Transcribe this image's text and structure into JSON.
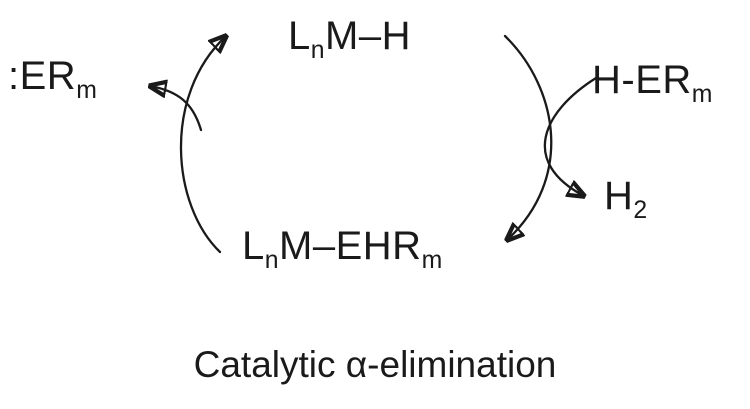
{
  "colors": {
    "ink": "#1a1a1a",
    "background": "#ffffff"
  },
  "cycle": {
    "metal_hydride": {
      "p1": "L",
      "s1": "n",
      "p2": "M–H"
    },
    "carbene": {
      "p1": ":ER",
      "s1": "m"
    },
    "substrate": {
      "p1": "H-ER",
      "s1": "m"
    },
    "dihydrogen": {
      "p1": "H",
      "s1": "2"
    },
    "intermediate": {
      "p1": "L",
      "s1": "n",
      "p2": "M–EHR",
      "s2": "m"
    }
  },
  "caption": "Catalytic α-elimination"
}
